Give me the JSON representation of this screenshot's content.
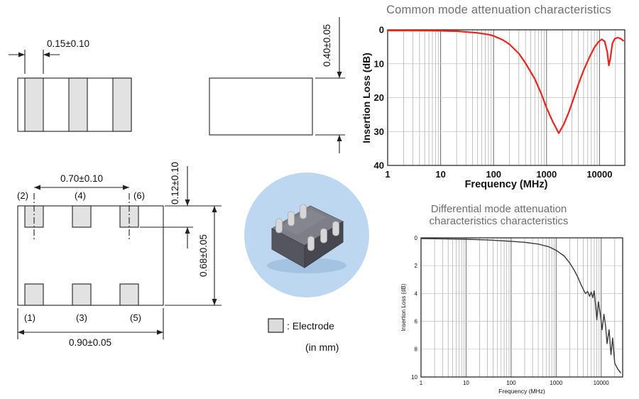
{
  "drawing": {
    "dims": {
      "electrode_width": "0.15±0.10",
      "thickness": "0.40±0.05",
      "pad_span": "0.70±0.10",
      "pad_depth": "0.12±0.10",
      "body_depth": "0.68±0.05",
      "body_width": "0.90±0.05"
    },
    "terminals": [
      "(1)",
      "(2)",
      "(3)",
      "(4)",
      "(5)",
      "(6)"
    ],
    "legend": {
      "electrode_label": ": Electrode",
      "units_note": "(in mm)"
    }
  },
  "chart_data": [
    {
      "type": "line",
      "title": "Common mode attenuation characteristics",
      "xlabel": "Frequency (MHz)",
      "ylabel": "Insertion Loss (dB)",
      "xscale": "log",
      "xlim": [
        1,
        30000
      ],
      "ylim": [
        0,
        40
      ],
      "y_axis_direction": "inverted (loss increases downward)",
      "xticks": [
        1,
        10,
        100,
        1000,
        10000
      ],
      "yticks": [
        0,
        10,
        20,
        30,
        40
      ],
      "grid": "log minor vertical lines + light horizontal lines at major y ticks",
      "legend_position": "none",
      "series": [
        {
          "name": "common-mode insertion loss",
          "color": "#e8251f",
          "width": 2.2,
          "x": [
            1,
            2,
            5,
            10,
            20,
            50,
            80,
            100,
            150,
            200,
            300,
            400,
            600,
            800,
            1000,
            1300,
            1700,
            2100,
            2600,
            3200,
            4000,
            5000,
            6500,
            8000,
            9500,
            11000,
            12500,
            14000,
            15000,
            16000,
            17500,
            19500,
            22000,
            25000,
            28000
          ],
          "y": [
            0.2,
            0.2,
            0.25,
            0.3,
            0.4,
            0.9,
            1.4,
            1.8,
            3.0,
            4.3,
            7.0,
            9.8,
            14.5,
            19,
            23,
            27,
            30.5,
            28,
            24.5,
            20.5,
            16,
            12,
            8,
            5.2,
            3.6,
            2.8,
            3.4,
            6.5,
            10.5,
            8.5,
            4,
            2.6,
            2.3,
            2.6,
            3.2
          ]
        }
      ]
    },
    {
      "type": "line",
      "title": "Differential mode attenuation characteristics characteristics",
      "title_lines": [
        "Differential mode attenuation",
        "characteristics characteristics"
      ],
      "xlabel": "Frequency (MHz)",
      "ylabel": "Insertion Loss (dB)",
      "xscale": "log",
      "xlim": [
        1,
        30000
      ],
      "ylim": [
        0,
        10
      ],
      "y_axis_direction": "inverted (loss increases downward)",
      "xticks": [
        1,
        10,
        100,
        1000,
        10000
      ],
      "yticks": [
        0,
        2,
        4,
        6,
        8,
        10
      ],
      "grid": "log minor vertical lines + light horizontal lines at major y ticks",
      "legend_position": "none",
      "series": [
        {
          "name": "differential-mode insertion loss",
          "color": "#3a3a3a",
          "width": 1.4,
          "x": [
            1,
            3,
            10,
            30,
            100,
            200,
            400,
            700,
            1000,
            1500,
            2000,
            2500,
            3000,
            3500,
            4000,
            4500,
            5000,
            5500,
            6000,
            6500,
            7000,
            7500,
            8000,
            8700,
            9500,
            10500,
            11500,
            12500,
            13500,
            15000,
            16500,
            18000,
            20000,
            23000,
            27000
          ],
          "y": [
            0.05,
            0.07,
            0.1,
            0.15,
            0.25,
            0.32,
            0.45,
            0.65,
            0.9,
            1.3,
            1.8,
            2.3,
            2.8,
            3.3,
            3.7,
            4.0,
            3.85,
            4.2,
            3.9,
            4.3,
            3.8,
            4.8,
            5.9,
            4.6,
            5.4,
            6.6,
            5.5,
            6.3,
            7.6,
            6.6,
            8.4,
            7.2,
            9.0,
            9.4,
            9.7
          ]
        }
      ]
    }
  ],
  "colors": {
    "common_mode_curve": "#e8251f",
    "differential_curve": "#3a3a3a",
    "chart_title_grey": "#6f6f6f",
    "photo_circle_blue": "#bdd7f0",
    "electrode_fill": "#e2e2e2",
    "component_body": "#55555d"
  }
}
